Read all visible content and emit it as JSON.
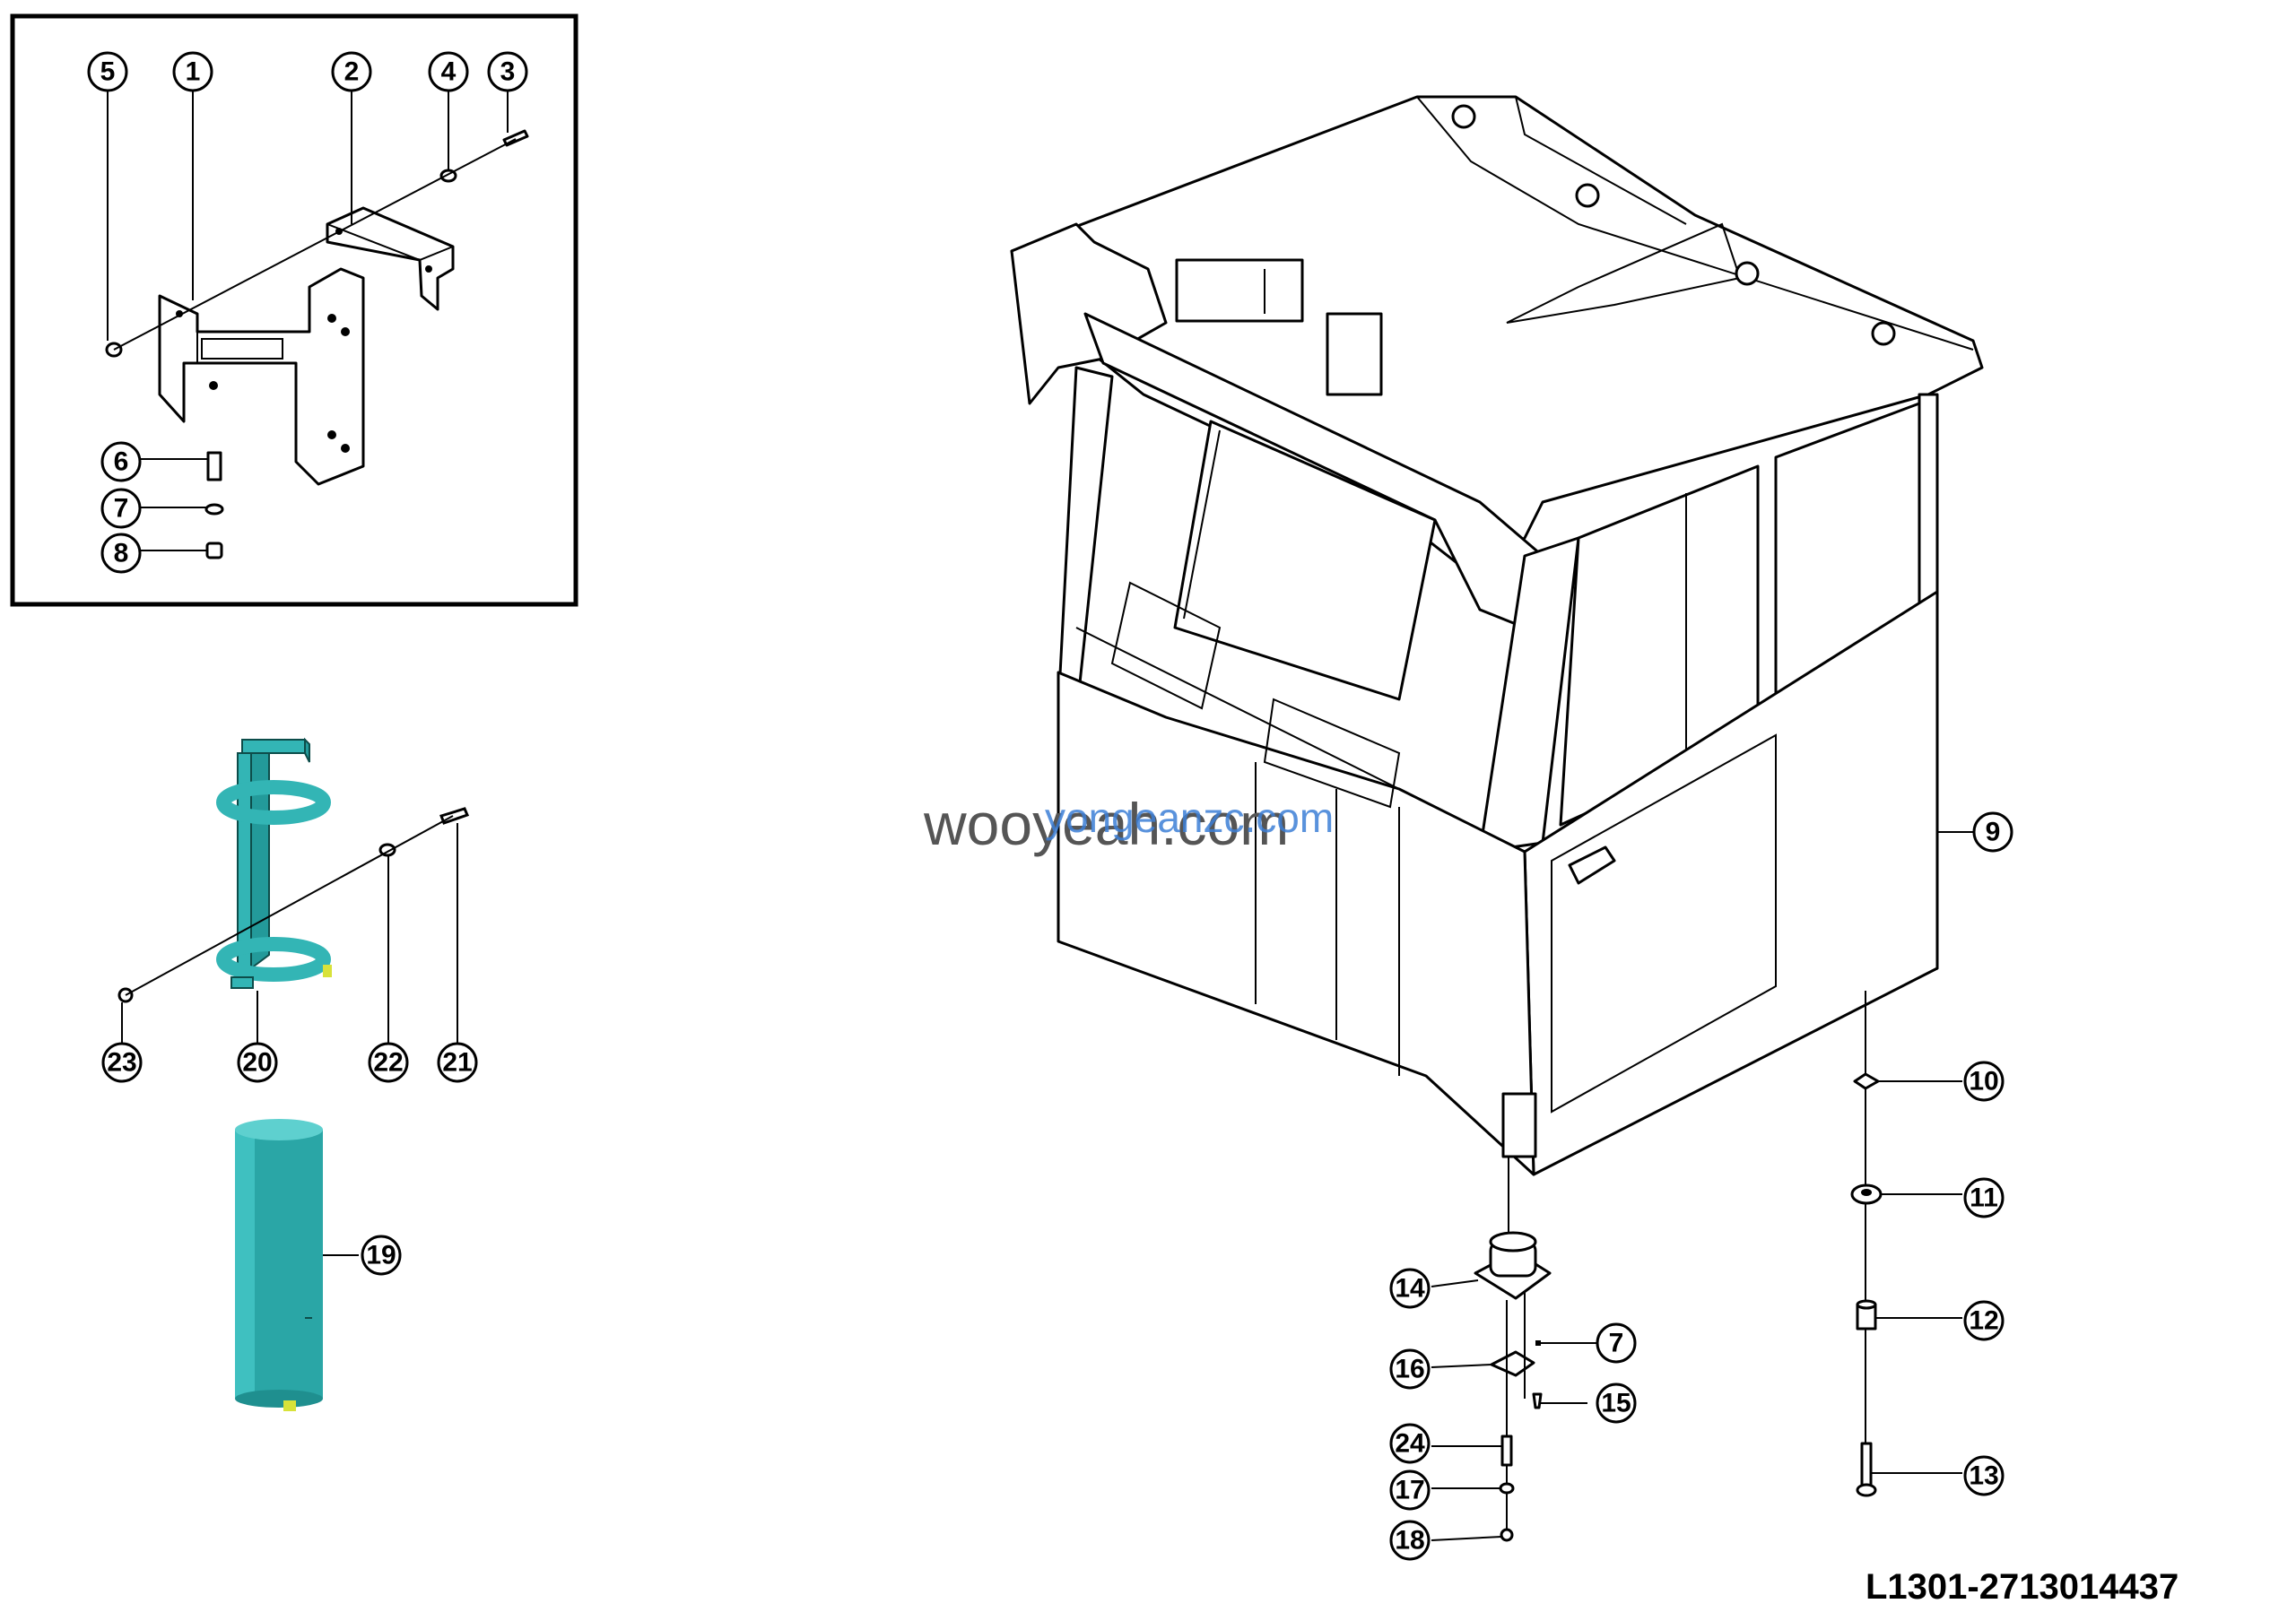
{
  "drawing_code": "L1301-2713014437",
  "watermark_primary": "wooyeah.com",
  "watermark_secondary": "yongeanzc.com",
  "callouts": [
    "5",
    "1",
    "2",
    "4",
    "3",
    "6",
    "7",
    "8",
    "23",
    "20",
    "22",
    "21",
    "19",
    "9",
    "10",
    "11",
    "12",
    "13",
    "14",
    "7",
    "16",
    "15",
    "24",
    "17",
    "18"
  ],
  "colors": {
    "line": "#000000",
    "extinguisher_teal": "#2aa6a6",
    "bracket_teal": "#33b5b5",
    "accent_yellow": "#d8e23a"
  }
}
